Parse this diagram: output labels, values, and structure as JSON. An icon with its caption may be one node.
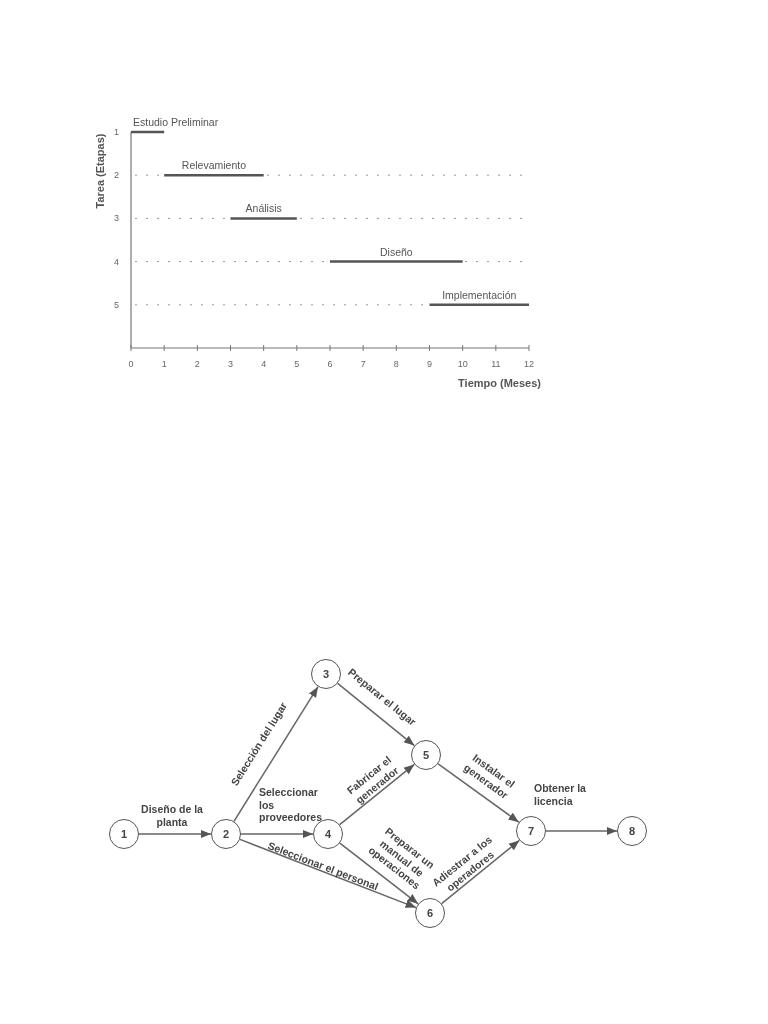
{
  "diagram": {
    "nodes": [
      {
        "text": [
          "1"
        ]
      },
      {
        "text": [
          "2"
        ]
      },
      {
        "text": [
          "3"
        ]
      },
      {
        "text": [
          "4"
        ]
      },
      {
        "text": [
          "5"
        ]
      },
      {
        "text": [
          "6"
        ]
      },
      {
        "text": [
          "7"
        ]
      },
      {
        "text": [
          "8"
        ]
      }
    ],
    "edges": [
      {
        "from": 0,
        "to": 1,
        "arrow": "to",
        "label": "Diseño de la planta"
      },
      {
        "from": 1,
        "to": 2,
        "arrow": "to",
        "label": "Selección del lugar"
      },
      {
        "from": 1,
        "to": 3,
        "arrow": "to",
        "label": "Seleccionar los proveedores"
      },
      {
        "from": 1,
        "to": 5,
        "arrow": "to",
        "label": "Seleccionar el personal"
      },
      {
        "from": 2,
        "to": 4,
        "arrow": "to",
        "label": "Preparar el lugar"
      },
      {
        "from": 3,
        "to": 4,
        "arrow": "to",
        "label": "Fabricar el generador"
      },
      {
        "from": 3,
        "to": 5,
        "arrow": "to",
        "label": "Preparar un manual de operaciones"
      },
      {
        "from": 4,
        "to": 6,
        "arrow": "to",
        "label": "Instalar el generador"
      },
      {
        "from": 5,
        "to": 6,
        "arrow": "to",
        "label": "Adiestrar a los operadores"
      },
      {
        "from": 6,
        "to": 7,
        "arrow": "to",
        "label": "Obtener la licencia"
      }
    ],
    "chart_data": {
      "type": "line",
      "xlabel": "Tiempo (Meses)",
      "ylabel": "Tarea (Etapas)",
      "x": [
        0,
        1,
        2,
        3,
        4,
        5,
        6,
        7,
        8,
        9,
        10,
        11,
        12
      ],
      "series": [
        {
          "name": "Estudio Preliminar",
          "color": "#555555",
          "values": [
            1,
            1,
            null,
            null,
            null,
            null,
            null,
            null,
            null,
            null,
            null,
            null,
            null
          ]
        },
        {
          "name": "Relevamiento",
          "color": "#555555",
          "values": [
            null,
            2,
            2,
            2,
            2,
            null,
            null,
            null,
            null,
            null,
            null,
            null,
            null
          ]
        },
        {
          "name": "Análisis",
          "color": "#555555",
          "values": [
            null,
            null,
            null,
            3,
            3,
            3,
            null,
            null,
            null,
            null,
            null,
            null,
            null
          ]
        },
        {
          "name": "Diseño",
          "color": "#555555",
          "values": [
            null,
            null,
            null,
            null,
            null,
            null,
            4,
            4,
            4,
            4,
            4,
            null,
            null
          ]
        },
        {
          "name": "Implementación",
          "color": "#555555",
          "values": [
            null,
            null,
            null,
            null,
            null,
            null,
            null,
            null,
            null,
            5,
            5,
            5,
            5
          ]
        }
      ],
      "xlim": [
        0,
        12
      ],
      "ylim": [
        6,
        1
      ],
      "xticks": [
        0,
        1,
        2,
        3,
        4,
        5,
        6,
        7,
        8,
        9,
        10,
        11,
        12
      ],
      "yticks": [
        1,
        2,
        3,
        4,
        5
      ],
      "grid": true
    }
  }
}
